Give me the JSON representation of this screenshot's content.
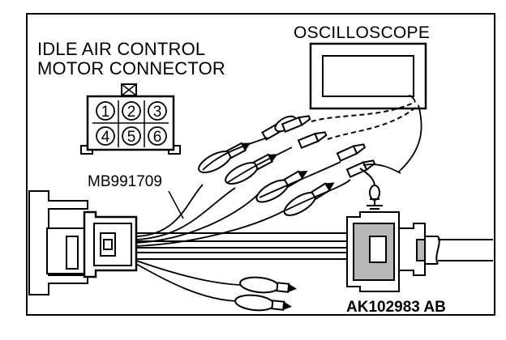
{
  "labels": {
    "connector_title_line1": "IDLE AIR CONTROL",
    "connector_title_line2": "MOTOR CONNECTOR",
    "oscilloscope": "OSCILLOSCOPE",
    "tool": "MB991709",
    "figure_id": "AK102983 AB"
  },
  "connector_pins": [
    "1",
    "2",
    "3",
    "4",
    "5",
    "6"
  ],
  "colors": {
    "line": "#000000",
    "background": "#ffffff",
    "connector_fill": "#b8b8b8"
  }
}
